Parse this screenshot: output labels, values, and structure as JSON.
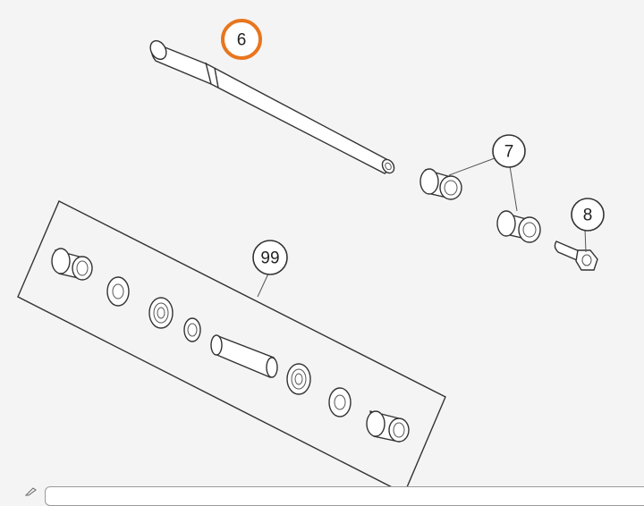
{
  "callouts": {
    "shaft": "6",
    "spacers": "7",
    "screw": "8",
    "kit": "99"
  },
  "colors": {
    "highlight": "#e8761e",
    "outline": "#333333",
    "background": "#f4f4f4"
  },
  "icons": {
    "corner": "pencil-icon"
  }
}
